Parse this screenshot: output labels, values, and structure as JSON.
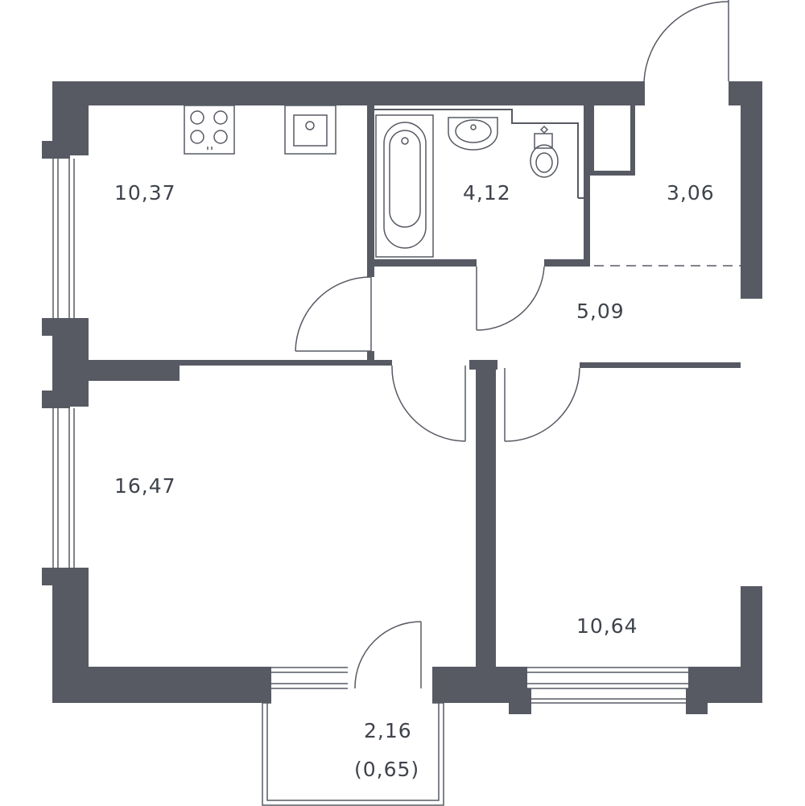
{
  "plan": {
    "wall_color": "#575a63",
    "line_color": "#575a63",
    "background": "#ffffff"
  },
  "rooms": {
    "kitchen": {
      "area": "10,37"
    },
    "bathroom": {
      "area": "4,12"
    },
    "storage": {
      "area": "3,06"
    },
    "hall": {
      "area": "5,09"
    },
    "living_room": {
      "area": "16,47"
    },
    "bedroom": {
      "area": "10,64"
    },
    "balcony": {
      "area": "2,16",
      "reduced_area": "(0,65)"
    }
  },
  "fixtures": {
    "stove": "stove-icon",
    "kitchen_sink": "kitchen-sink-icon",
    "bathtub": "bathtub-icon",
    "washbasin": "washbasin-icon",
    "toilet": "toilet-icon"
  }
}
